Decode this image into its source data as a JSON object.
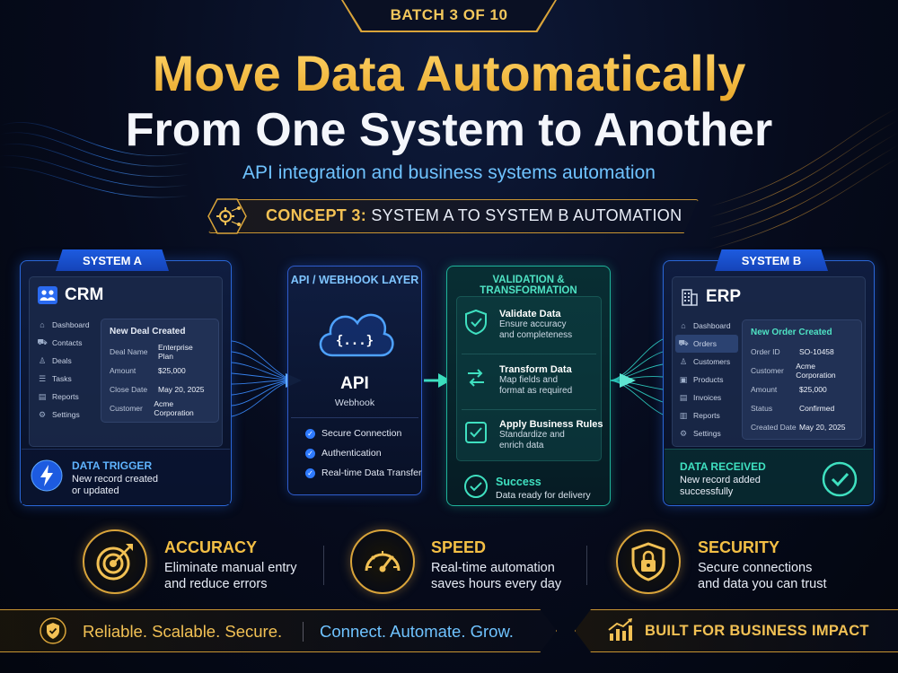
{
  "batch_label": "BATCH 3 OF 10",
  "title_line1": "Move Data Automatically",
  "title_line2": "From One System to Another",
  "subtitle": "API integration and business systems automation",
  "concept": {
    "prefix": "CONCEPT 3:",
    "text": "SYSTEM A TO SYSTEM B AUTOMATION",
    "icon": "gear-circuit-icon"
  },
  "system_a": {
    "tab": "SYSTEM A",
    "app_name": "CRM",
    "nav": [
      {
        "label": "Dashboard",
        "icon": "home-icon"
      },
      {
        "label": "Contacts",
        "icon": "cart-icon"
      },
      {
        "label": "Deals",
        "icon": "users-icon"
      },
      {
        "label": "Tasks",
        "icon": "tasks-icon"
      },
      {
        "label": "Reports",
        "icon": "report-icon"
      },
      {
        "label": "Settings",
        "icon": "gear-icon"
      }
    ],
    "record": {
      "title": "New Deal Created",
      "rows": [
        {
          "k": "Deal Name",
          "v": "Enterprise Plan"
        },
        {
          "k": "Amount",
          "v": "$25,000"
        },
        {
          "k": "Close Date",
          "v": "May 20, 2025"
        },
        {
          "k": "Customer",
          "v": "Acme Corporation"
        }
      ]
    },
    "trigger": {
      "title": "DATA TRIGGER",
      "desc1": "New record created",
      "desc2": "or updated"
    }
  },
  "api_layer": {
    "head": "API / WEBHOOK LAYER",
    "cloud_text": "{...}",
    "big": "API",
    "sub": "Webhook",
    "checks": [
      "Secure Connection",
      "Authentication",
      "Real-time Data Transfer"
    ]
  },
  "validation": {
    "head": "VALIDATION & TRANSFORMATION",
    "items": [
      {
        "title": "Validate Data",
        "d1": "Ensure accuracy",
        "d2": "and completeness"
      },
      {
        "title": "Transform Data",
        "d1": "Map fields and",
        "d2": "format as required"
      },
      {
        "title": "Apply Business Rules",
        "d1": "Standardize and",
        "d2": "enrich data"
      }
    ],
    "success_title": "Success",
    "success_desc": "Data ready for delivery"
  },
  "system_b": {
    "tab": "SYSTEM B",
    "app_name": "ERP",
    "nav": [
      {
        "label": "Dashboard",
        "icon": "home-icon"
      },
      {
        "label": "Orders",
        "icon": "cart-icon",
        "active": true
      },
      {
        "label": "Customers",
        "icon": "users-icon"
      },
      {
        "label": "Products",
        "icon": "box-icon"
      },
      {
        "label": "Invoices",
        "icon": "invoice-icon"
      },
      {
        "label": "Reports",
        "icon": "report-icon"
      },
      {
        "label": "Settings",
        "icon": "gear-icon"
      }
    ],
    "record": {
      "title": "New Order Created",
      "rows": [
        {
          "k": "Order ID",
          "v": "SO-10458"
        },
        {
          "k": "Customer",
          "v": "Acme Corporation"
        },
        {
          "k": "Amount",
          "v": "$25,000"
        },
        {
          "k": "Status",
          "v": "Confirmed"
        },
        {
          "k": "Created Date",
          "v": "May 20, 2025"
        }
      ]
    },
    "received": {
      "title": "DATA RECEIVED",
      "desc1": "New record added",
      "desc2": "successfully"
    }
  },
  "features": [
    {
      "title": "ACCURACY",
      "d1": "Eliminate manual entry",
      "d2": "and reduce errors",
      "icon": "target-icon"
    },
    {
      "title": "SPEED",
      "d1": "Real-time automation",
      "d2": "saves hours every day",
      "icon": "speedometer-icon"
    },
    {
      "title": "SECURITY",
      "d1": "Secure connections",
      "d2": "and data you can trust",
      "icon": "shield-lock-icon"
    }
  ],
  "footer": {
    "left_gold": "Reliable. Scalable. Secure.",
    "left_blue": "Connect. Automate. Grow.",
    "right": "BUILT FOR BUSINESS IMPACT"
  },
  "colors": {
    "gold": "#f2c154",
    "blue": "#2a67d8",
    "teal": "#1fb39a",
    "bg": "#060b1c"
  }
}
